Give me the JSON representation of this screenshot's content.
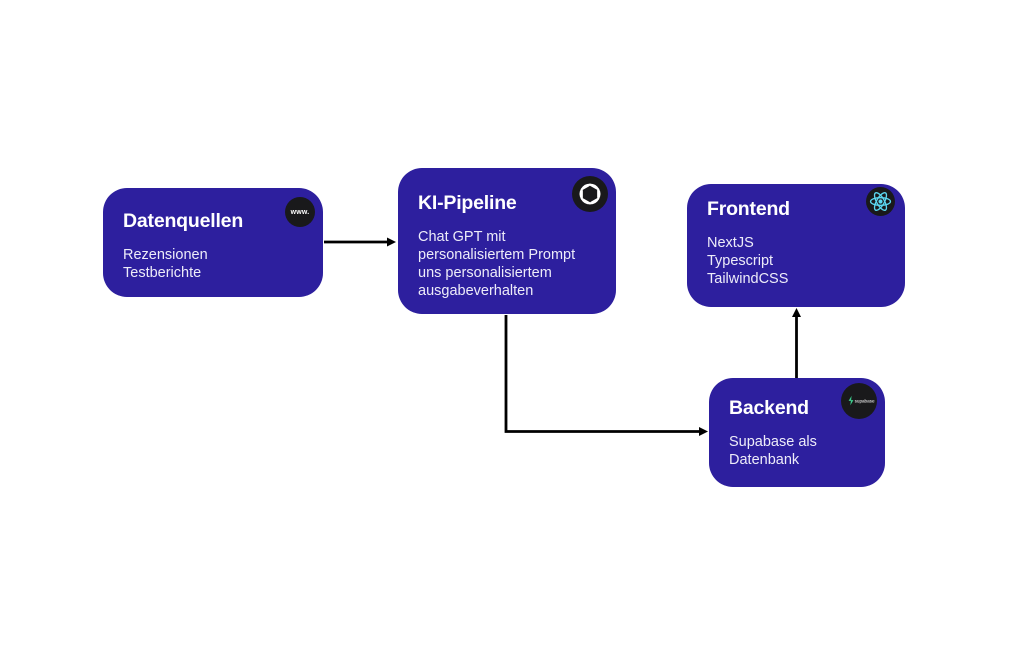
{
  "diagram": {
    "background_color": "#ffffff",
    "node_color": "#2d1f9e",
    "title_color": "#ffffff",
    "body_color": "#edecf9",
    "arrow_color": "#000000",
    "icon_bg_color": "#19191b",
    "react_color": "#5bd7f0",
    "supabase_green": "#3ecf8e",
    "nodes": [
      {
        "id": "datenquellen",
        "title": "Datenquellen",
        "lines": [
          "Rezensionen",
          "Testberichte"
        ],
        "icon": "www-icon",
        "icon_label": "www."
      },
      {
        "id": "ki-pipeline",
        "title": "KI-Pipeline",
        "lines": [
          "Chat GPT mit",
          "personalisiertem Prompt",
          "uns personalisiertem",
          "ausgabeverhalten"
        ],
        "icon": "openai-icon"
      },
      {
        "id": "frontend",
        "title": "Frontend",
        "lines": [
          "NextJS",
          "Typescript",
          "TailwindCSS"
        ],
        "icon": "react-icon"
      },
      {
        "id": "backend",
        "title": "Backend",
        "lines": [
          "Supabase als",
          "Datenbank"
        ],
        "icon": "supabase-icon",
        "icon_label": "supabase"
      }
    ],
    "edges": [
      {
        "from": "datenquellen",
        "to": "ki-pipeline"
      },
      {
        "from": "ki-pipeline",
        "to": "backend"
      },
      {
        "from": "backend",
        "to": "frontend"
      }
    ]
  }
}
